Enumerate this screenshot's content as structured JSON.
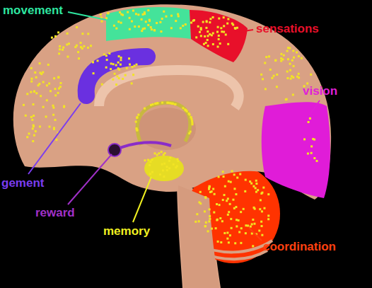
{
  "diagram": {
    "labels": [
      "movement",
      "sensations",
      "vision",
      "gement",
      "reward",
      "memory",
      "coordination"
    ]
  }
}
